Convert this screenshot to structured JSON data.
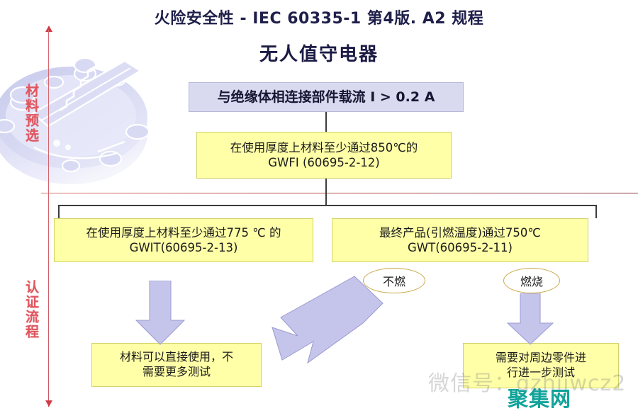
{
  "title": {
    "main": "火险安全性 - IEC 60335-1 第4版. A2 规程",
    "sub": "无人值守电器"
  },
  "stage_labels": {
    "material_preselect": "材料预选",
    "certification_process": "认证流程"
  },
  "boxes": {
    "current": {
      "text": "与绝缘体相连接部件载流 I > 0.2 A",
      "color": "#d9d9f0"
    },
    "gwfi": {
      "line1": "在使用厚度上材料至少通过850℃的",
      "line2": "GWFI (60695-2-12)",
      "color": "#ffffa8"
    },
    "gwit": {
      "line1": "在使用厚度上材料至少通过775 ℃ 的",
      "line2": "GWIT(60695-2-13)",
      "color": "#ffffa8"
    },
    "gwt": {
      "line1": "最终产品(引燃温度)通过750℃",
      "line2": "GWT(60695-2-11)",
      "color": "#ffffa8"
    },
    "direct_use": {
      "line1": "材料可以直接使用，不",
      "line2": "需要更多测试",
      "color": "#ffffa8"
    },
    "further_test": {
      "line1": "需要对周边零件进",
      "line2": "行进一步测试",
      "color": "#ffffa8"
    }
  },
  "decisions": {
    "non_flammable": "不燃",
    "burning": "燃烧"
  },
  "watermarks": {
    "grey": "微信号：gzhjjwcz2",
    "teal": "聚集网"
  },
  "colors": {
    "axis_red": "#d13b45",
    "label_red": "#e0565f",
    "box_yellow": "#ffffa8",
    "box_lavender": "#d9d9f0",
    "arrow_fill": "#c5c5ec",
    "oval_border": "#c9a94a",
    "title_navy": "#1f1f4a",
    "watermark_teal": "#11a39a"
  }
}
